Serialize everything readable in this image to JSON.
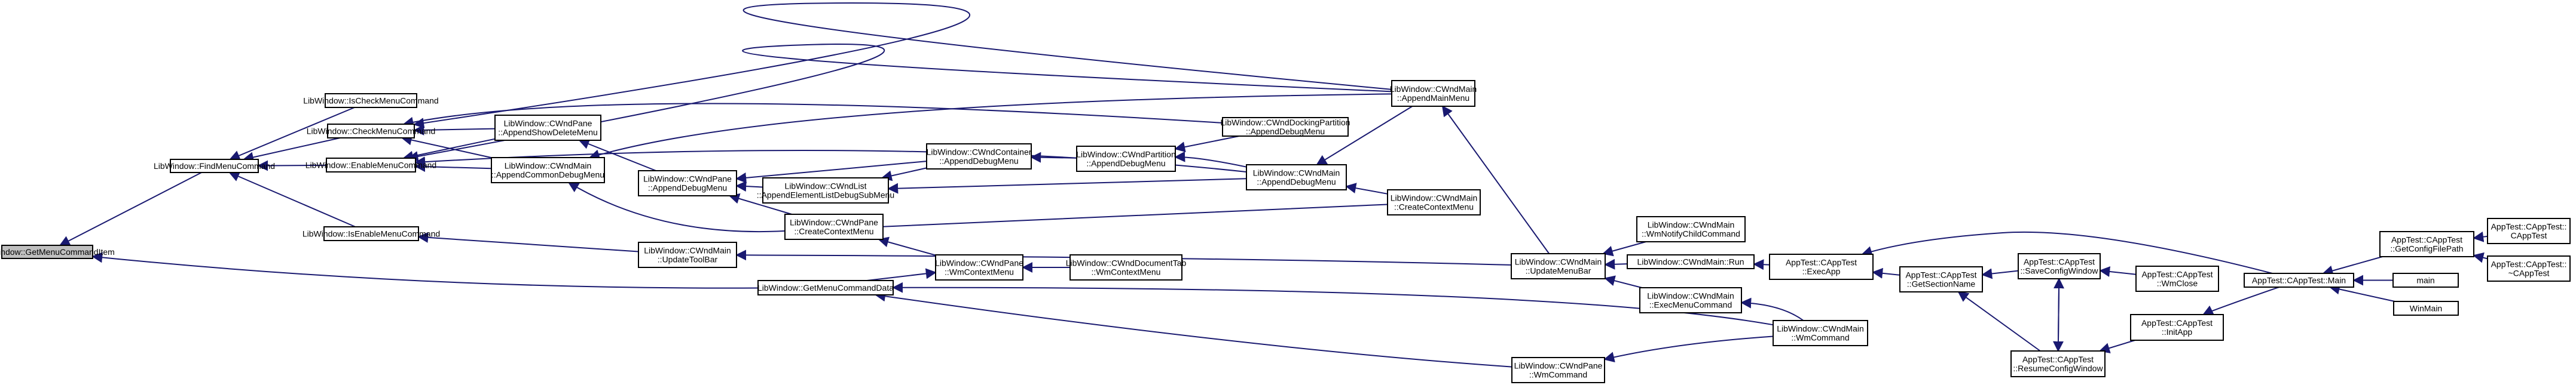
{
  "diagram": {
    "title": "",
    "colors": {
      "edge": "#191970",
      "node_border": "#000000",
      "node_fill": "#ffffff",
      "root_fill": "#bfbfbf"
    },
    "nodes": [
      {
        "id": "getMenuCommandItem",
        "lines": [
          "LibWindow::GetMenuCommandItem"
        ],
        "root": true
      },
      {
        "id": "findMenuCommand",
        "lines": [
          "LibWindow::FindMenuCommand"
        ]
      },
      {
        "id": "isCheckMenuCommand",
        "lines": [
          "LibWindow::IsCheckMenuCommand"
        ]
      },
      {
        "id": "checkMenuCommand",
        "lines": [
          "LibWindow::CheckMenuCommand"
        ]
      },
      {
        "id": "enableMenuCommand",
        "lines": [
          "LibWindow::EnableMenuCommand"
        ]
      },
      {
        "id": "isEnableMenuCommand",
        "lines": [
          "LibWindow::IsEnableMenuCommand"
        ]
      },
      {
        "id": "wndPaneAppendShowDeleteMenu",
        "lines": [
          "LibWindow::CWndPane",
          "::AppendShowDeleteMenu"
        ]
      },
      {
        "id": "wndMainAppendCommonDebugMenu",
        "lines": [
          "LibWindow::CWndMain",
          "::AppendCommonDebugMenu"
        ]
      },
      {
        "id": "wndPaneAppendDebugMenu",
        "lines": [
          "LibWindow::CWndPane",
          "::AppendDebugMenu"
        ]
      },
      {
        "id": "wndListAppendElementListDebugSubMenu",
        "lines": [
          "LibWindow::CWndList",
          "::AppendElementListDebugSubMenu"
        ]
      },
      {
        "id": "wndContainerAppendDebugMenu",
        "lines": [
          "LibWindow::CWndContainer",
          "::AppendDebugMenu"
        ]
      },
      {
        "id": "wndPartitionAppendDebugMenu",
        "lines": [
          "LibWindow::CWndPartition",
          "::AppendDebugMenu"
        ]
      },
      {
        "id": "wndDockingPartitionAppendDebugMenu",
        "lines": [
          "LibWindow::CWndDockingPartition",
          "::AppendDebugMenu"
        ]
      },
      {
        "id": "wndMainAppendDebugMenu",
        "lines": [
          "LibWindow::CWndMain",
          "::AppendDebugMenu"
        ]
      },
      {
        "id": "wndMainAppendMainMenu",
        "lines": [
          "LibWindow::CWndMain",
          "::AppendMainMenu"
        ]
      },
      {
        "id": "wndMainCreateContextMenu",
        "lines": [
          "LibWindow::CWndMain",
          "::CreateContextMenu"
        ]
      },
      {
        "id": "wndPaneCreateContextMenu",
        "lines": [
          "LibWindow::CWndPane",
          "::CreateContextMenu"
        ]
      },
      {
        "id": "wndPaneWmContextMenu",
        "lines": [
          "LibWindow::CWndPane",
          "::WmContextMenu"
        ]
      },
      {
        "id": "wndDocumentTabWmContextMenu",
        "lines": [
          "LibWindow::CWndDocumentTab",
          "::WmContextMenu"
        ]
      },
      {
        "id": "updateToolBar",
        "lines": [
          "LibWindow::CWndMain",
          "::UpdateToolBar"
        ]
      },
      {
        "id": "getMenuCommandData",
        "lines": [
          "LibWindow::GetMenuCommandData"
        ]
      },
      {
        "id": "wndPaneWmCommand",
        "lines": [
          "LibWindow::CWndPane",
          "::WmCommand"
        ]
      },
      {
        "id": "updateMenuBar",
        "lines": [
          "LibWindow::CWndMain",
          "::UpdateMenuBar"
        ]
      },
      {
        "id": "wmNotifyChildCommand",
        "lines": [
          "LibWindow::CWndMain",
          "::WmNotifyChildCommand"
        ]
      },
      {
        "id": "wndMainRun",
        "lines": [
          "LibWindow::CWndMain::Run"
        ]
      },
      {
        "id": "execMenuCommand",
        "lines": [
          "LibWindow::CWndMain",
          "::ExecMenuCommand"
        ]
      },
      {
        "id": "wndMainWmCommand",
        "lines": [
          "LibWindow::CWndMain",
          "::WmCommand"
        ]
      },
      {
        "id": "execApp",
        "lines": [
          "AppTest::CAppTest",
          "::ExecApp"
        ]
      },
      {
        "id": "getSectionName",
        "lines": [
          "AppTest::CAppTest",
          "::GetSectionName"
        ]
      },
      {
        "id": "saveConfigWindow",
        "lines": [
          "AppTest::CAppTest",
          "::SaveConfigWindow"
        ]
      },
      {
        "id": "wmClose",
        "lines": [
          "AppTest::CAppTest",
          "::WmClose"
        ]
      },
      {
        "id": "initApp",
        "lines": [
          "AppTest::CAppTest",
          "::InitApp"
        ]
      },
      {
        "id": "resumeConfigWindow",
        "lines": [
          "AppTest::CAppTest",
          "::ResumeConfigWindow"
        ]
      },
      {
        "id": "appTestMain",
        "lines": [
          "AppTest::CAppTest::Main"
        ]
      },
      {
        "id": "getConfigFilePath",
        "lines": [
          "AppTest::CAppTest",
          "::GetConfigFilePath"
        ]
      },
      {
        "id": "ctor",
        "lines": [
          "AppTest::CAppTest::",
          "CAppTest"
        ]
      },
      {
        "id": "dtor",
        "lines": [
          "AppTest::CAppTest::",
          "~CAppTest"
        ]
      },
      {
        "id": "main",
        "lines": [
          "main"
        ]
      },
      {
        "id": "winMain",
        "lines": [
          "WinMain"
        ]
      }
    ],
    "edges": [
      {
        "from": "findMenuCommand",
        "to": "getMenuCommandItem"
      },
      {
        "from": "getMenuCommandData",
        "to": "getMenuCommandItem"
      },
      {
        "from": "isCheckMenuCommand",
        "to": "findMenuCommand"
      },
      {
        "from": "checkMenuCommand",
        "to": "findMenuCommand"
      },
      {
        "from": "enableMenuCommand",
        "to": "findMenuCommand"
      },
      {
        "from": "isEnableMenuCommand",
        "to": "findMenuCommand"
      },
      {
        "from": "wndMainAppendMainMenu",
        "to": "checkMenuCommand"
      },
      {
        "from": "wndDockingPartitionAppendDebugMenu",
        "to": "checkMenuCommand"
      },
      {
        "from": "wndPaneAppendShowDeleteMenu",
        "to": "checkMenuCommand"
      },
      {
        "from": "wndMainAppendCommonDebugMenu",
        "to": "checkMenuCommand"
      },
      {
        "from": "wndMainAppendMainMenu",
        "to": "enableMenuCommand"
      },
      {
        "from": "wndPaneAppendShowDeleteMenu",
        "to": "enableMenuCommand"
      },
      {
        "from": "wndMainAppendCommonDebugMenu",
        "to": "enableMenuCommand"
      },
      {
        "from": "wndMainAppendDebugMenu",
        "to": "enableMenuCommand"
      },
      {
        "from": "wndPaneAppendDebugMenu",
        "to": "wndPaneAppendShowDeleteMenu"
      },
      {
        "from": "wndMainAppendMainMenu",
        "to": "wndMainAppendCommonDebugMenu"
      },
      {
        "from": "wndMainCreateContextMenu",
        "to": "wndMainAppendCommonDebugMenu"
      },
      {
        "from": "wndListAppendElementListDebugSubMenu",
        "to": "wndPaneAppendDebugMenu"
      },
      {
        "from": "wndContainerAppendDebugMenu",
        "to": "wndPaneAppendDebugMenu"
      },
      {
        "from": "wndPaneCreateContextMenu",
        "to": "wndPaneAppendDebugMenu"
      },
      {
        "from": "wndContainerAppendDebugMenu",
        "to": "wndListAppendElementListDebugSubMenu"
      },
      {
        "from": "wndMainAppendDebugMenu",
        "to": "wndListAppendElementListDebugSubMenu"
      },
      {
        "from": "wndPartitionAppendDebugMenu",
        "to": "wndContainerAppendDebugMenu"
      },
      {
        "from": "wndDockingPartitionAppendDebugMenu",
        "to": "wndPartitionAppendDebugMenu"
      },
      {
        "from": "wndMainAppendDebugMenu",
        "to": "wndPartitionAppendDebugMenu"
      },
      {
        "from": "wndMainAppendMainMenu",
        "to": "wndMainAppendDebugMenu"
      },
      {
        "from": "wndMainCreateContextMenu",
        "to": "wndMainAppendDebugMenu"
      },
      {
        "from": "updateMenuBar",
        "to": "wndMainAppendMainMenu"
      },
      {
        "from": "wndPaneWmContextMenu",
        "to": "wndPaneCreateContextMenu"
      },
      {
        "from": "wndDocumentTabWmContextMenu",
        "to": "wndPaneWmContextMenu"
      },
      {
        "from": "updateToolBar",
        "to": "isEnableMenuCommand"
      },
      {
        "from": "updateMenuBar",
        "to": "updateToolBar"
      },
      {
        "from": "getMenuCommandData",
        "to": "wndPaneWmContextMenu"
      },
      {
        "from": "wndMainWmCommand",
        "to": "getMenuCommandData"
      },
      {
        "from": "wndPaneWmCommand",
        "to": "getMenuCommandData"
      },
      {
        "from": "wndMainWmCommand",
        "to": "wndPaneWmCommand"
      },
      {
        "from": "wmNotifyChildCommand",
        "to": "updateMenuBar"
      },
      {
        "from": "wndMainRun",
        "to": "updateMenuBar"
      },
      {
        "from": "execMenuCommand",
        "to": "updateMenuBar"
      },
      {
        "from": "wndMainWmCommand",
        "to": "execMenuCommand"
      },
      {
        "from": "execApp",
        "to": "wndMainRun"
      },
      {
        "from": "appTestMain",
        "to": "execApp"
      },
      {
        "from": "getSectionName",
        "to": "execApp"
      },
      {
        "from": "saveConfigWindow",
        "to": "getSectionName"
      },
      {
        "from": "resumeConfigWindow",
        "to": "getSectionName"
      },
      {
        "from": "wmClose",
        "to": "saveConfigWindow"
      },
      {
        "from": "resumeConfigWindow",
        "to": "saveConfigWindow"
      },
      {
        "from": "initApp",
        "to": "resumeConfigWindow"
      },
      {
        "from": "saveConfigWindow",
        "to": "resumeConfigWindow"
      },
      {
        "from": "appTestMain",
        "to": "initApp"
      },
      {
        "from": "getConfigFilePath",
        "to": "appTestMain"
      },
      {
        "from": "main",
        "to": "appTestMain"
      },
      {
        "from": "winMain",
        "to": "appTestMain"
      },
      {
        "from": "ctor",
        "to": "getConfigFilePath"
      },
      {
        "from": "dtor",
        "to": "getConfigFilePath"
      }
    ]
  }
}
